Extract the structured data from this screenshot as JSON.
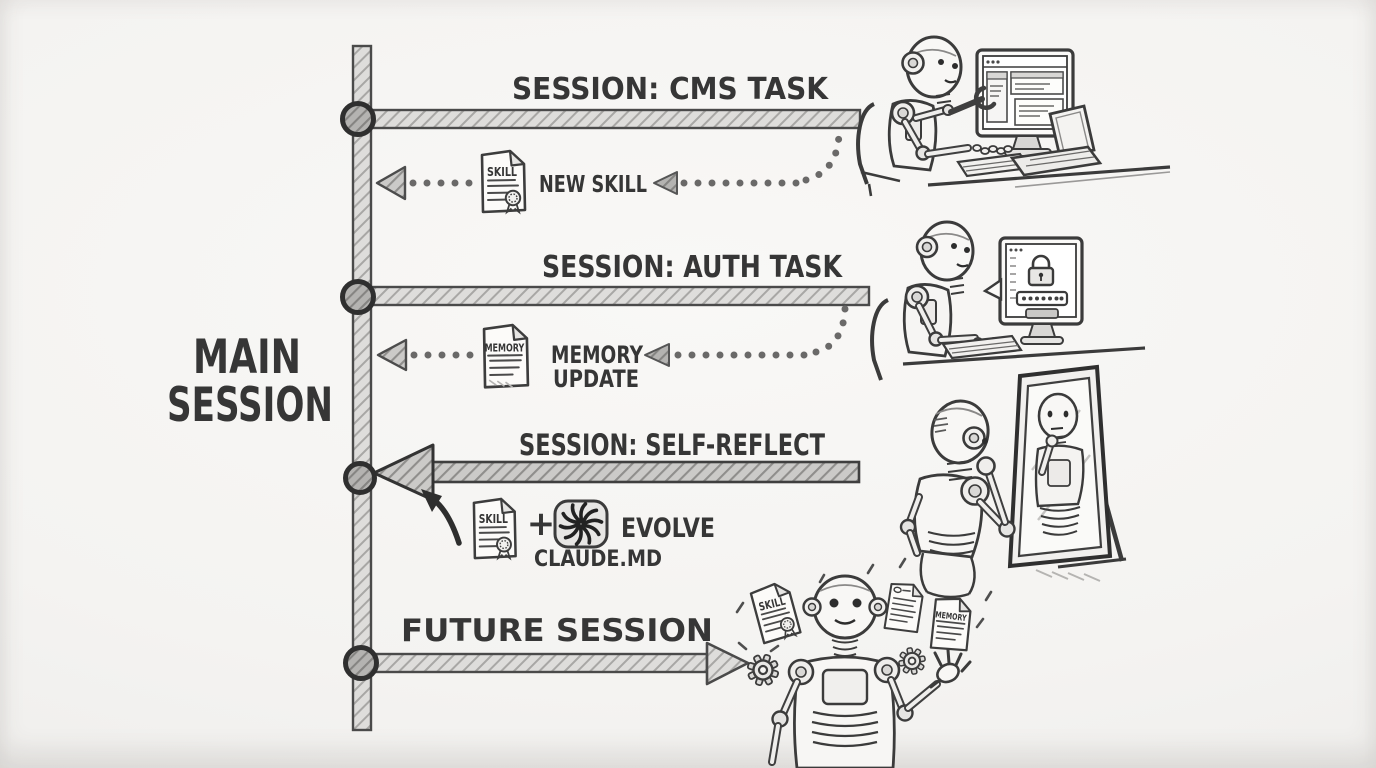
{
  "palette": {
    "paper": "#f4f3f1",
    "ink": "#363636",
    "pencil_gray": "#6a6968",
    "hatch_light": "#dedddb",
    "hatch_mid": "#cbcac8",
    "node_fill": "#b6b5b3"
  },
  "main_session": {
    "line1": "MAIN",
    "line2": "SESSION"
  },
  "sessions": {
    "cms": {
      "title": "SESSION: CMS TASK",
      "return_label": "NEW SKILL",
      "doc_badge": "SKILL"
    },
    "auth": {
      "title": "SESSION: AUTH TASK",
      "return_line1": "MEMORY",
      "return_line2": "UPDATE",
      "doc_badge": "MEMORY"
    },
    "reflect": {
      "title": "SESSION: SELF-REFLECT",
      "doc_badge": "SKILL",
      "plus_sign": "+",
      "evolve_label": "EVOLVE",
      "file_label": "CLAUDE.MD"
    },
    "future": {
      "title": "FUTURE SESSION",
      "doc_skill_badge": "SKILL",
      "doc_memory_badge": "MEMORY"
    }
  }
}
